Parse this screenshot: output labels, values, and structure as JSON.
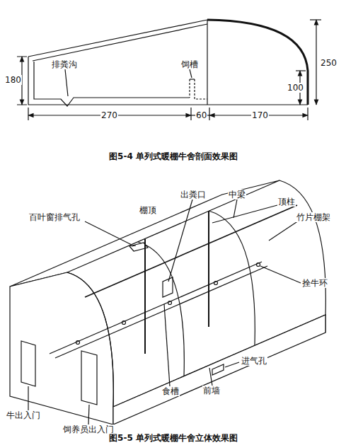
{
  "diagram": {
    "labels": [
      "180",
      "排粪沟",
      "饲槽",
      "250",
      "100",
      "270",
      "60",
      "170",
      "图5-4 单列式暖棚牛舍剖面效果图",
      "百叶窗排气孔",
      "棚顶",
      "出粪口",
      "中梁",
      "顶柱",
      "竹片棚架",
      "拴牛环",
      "进气孔",
      "前墙",
      "牛出入门",
      "饲养员出入门",
      "食槽",
      "图5-5 单列式暖棚牛舍立体效果图"
    ]
  }
}
